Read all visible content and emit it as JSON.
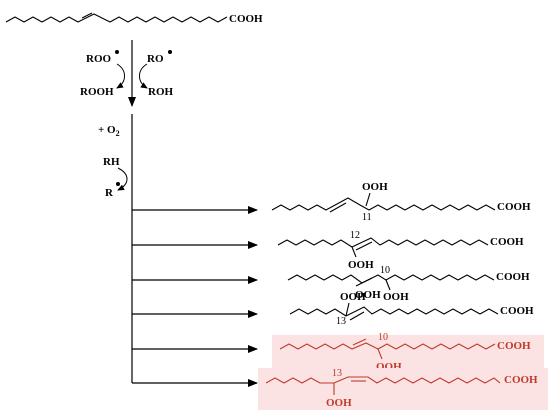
{
  "colors": {
    "black": "#000000",
    "red": "#c0392b",
    "highlight": "#fbe3e3"
  },
  "start": {
    "acid": "COOH"
  },
  "steps": {
    "roo": "ROO",
    "ro": "RO",
    "rooh": "ROOH",
    "roh": "ROH",
    "o2_prefix": "+ O",
    "o2_sub": "2",
    "rh": "RH",
    "r": "R"
  },
  "products": [
    {
      "ooh": "OOH",
      "acid": "COOH",
      "position": "11",
      "highlighted": false
    },
    {
      "ooh": "OOH",
      "acid": "COOH",
      "position": "12",
      "highlighted": false
    },
    {
      "ooh1": "OOH",
      "ooh2": "OOH",
      "acid": "COOH",
      "position": "10",
      "highlighted": false
    },
    {
      "ooh": "OOH",
      "acid": "COOH",
      "position": "13",
      "highlighted": false
    },
    {
      "ooh": "OOH",
      "acid": "COOH",
      "position": "10",
      "highlighted": true
    },
    {
      "ooh": "OOH",
      "acid": "COOH",
      "position": "13",
      "highlighted": true
    }
  ]
}
